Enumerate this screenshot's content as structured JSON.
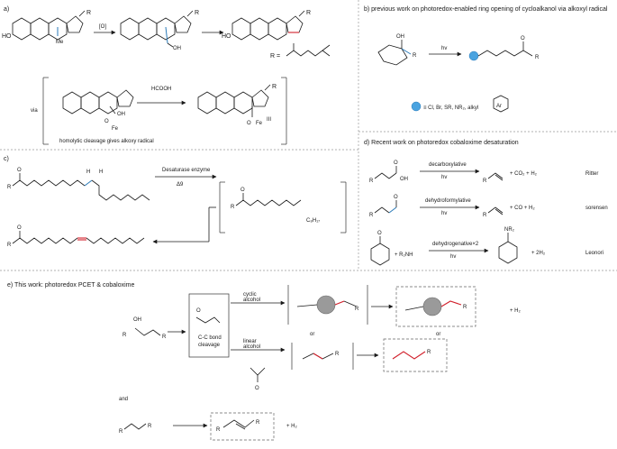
{
  "panels": {
    "a": {
      "label": "a)",
      "oxidant": "[O]",
      "r_label": "R =",
      "me_label": "Me",
      "oh1": "HO",
      "oh2": "OH",
      "oh3": "HO",
      "via": "via",
      "hcooh": "HCOOH",
      "fe_iii": "Fe",
      "fe_sup": "III",
      "fe_iii_b": "Fe",
      "homolytic": "homolytic cleavage gives alkoxy radical",
      "oh_mid": "OH",
      "o_mid": "O",
      "r1": "R",
      "r2": "R",
      "r3": "R",
      "r4": "R",
      "r5": "R"
    },
    "b": {
      "header": "b) previous work on photoredox-enabled ring opening of cycloalkanol via alkoxyl radical",
      "hv": "hv",
      "oh": "OH",
      "r_left": "R",
      "r_right": "R",
      "o": "O",
      "legend": "≡ Cl, Br, SR, NR₂, alkyl",
      "ar": "Ar"
    },
    "c": {
      "label": "c)",
      "enzyme": "Desaturase enzyme",
      "delta": "Δ9",
      "c8h17": "C₈H₁₇",
      "r1": "R",
      "r2": "R",
      "r3": "R",
      "h1": "H",
      "h2": "H",
      "o1": "O",
      "o2": "O",
      "o3": "O"
    },
    "d": {
      "header": "d) Recent work on photoredox cobaloxime desaturation",
      "rows": [
        {
          "cond": "decarboxylative",
          "hv": "hv",
          "byprod": "+ CO₂ + H₂",
          "author": "Ritter",
          "sub_r": "R",
          "sub_oh": "OH",
          "sub_o": "O",
          "prod_r": "R"
        },
        {
          "cond": "dehydroformylative",
          "hv": "hv",
          "byprod": "+ CO + H₂",
          "author": "sorensen",
          "sub_r": "R",
          "sub_o": "O",
          "prod_r": "R"
        },
        {
          "cond": "dehydrogenative×2",
          "hv": "hv",
          "byprod": "+ 2H₂",
          "author": "Leonori",
          "plus": "+ R₂NH",
          "sub_o": "O",
          "nr2": "NR₂"
        }
      ]
    },
    "e": {
      "header": "e) This work: photoredox PCET & cobaloxime",
      "box": "C-C bond\ncleavage",
      "box_l1": "C-C bond",
      "box_l2": "cleavage",
      "cyclic": "cyclic",
      "alcohol1": "alcohol",
      "linear": "linear",
      "alcohol2": "alcohol",
      "or1": "or",
      "or2": "or",
      "h2_a": "+ H₂",
      "h2_b": "+ H₂",
      "and": "and",
      "r": "R",
      "oh": "OH",
      "o": "O"
    }
  }
}
